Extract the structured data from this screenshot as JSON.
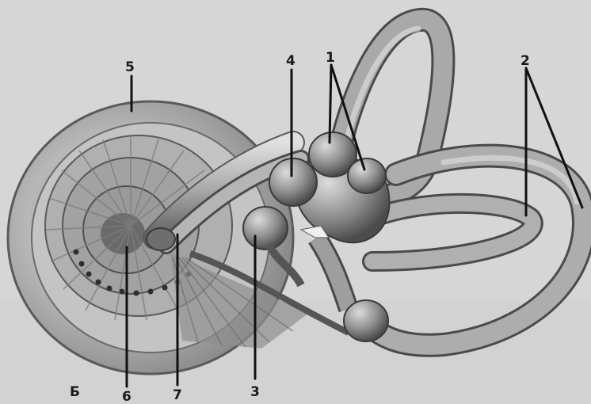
{
  "figure": {
    "panel_letter": "Б",
    "labels": {
      "l1": "1",
      "l2": "2",
      "l3": "3",
      "l4": "4",
      "l5": "5",
      "l6": "6",
      "l7": "7"
    }
  },
  "colors": {
    "background": "#d9d9d9",
    "tissue_light": "#c9c9c9",
    "tissue_mid": "#9a9a9a",
    "tissue_dark": "#4a4a4a",
    "label_ink": "#111111"
  }
}
